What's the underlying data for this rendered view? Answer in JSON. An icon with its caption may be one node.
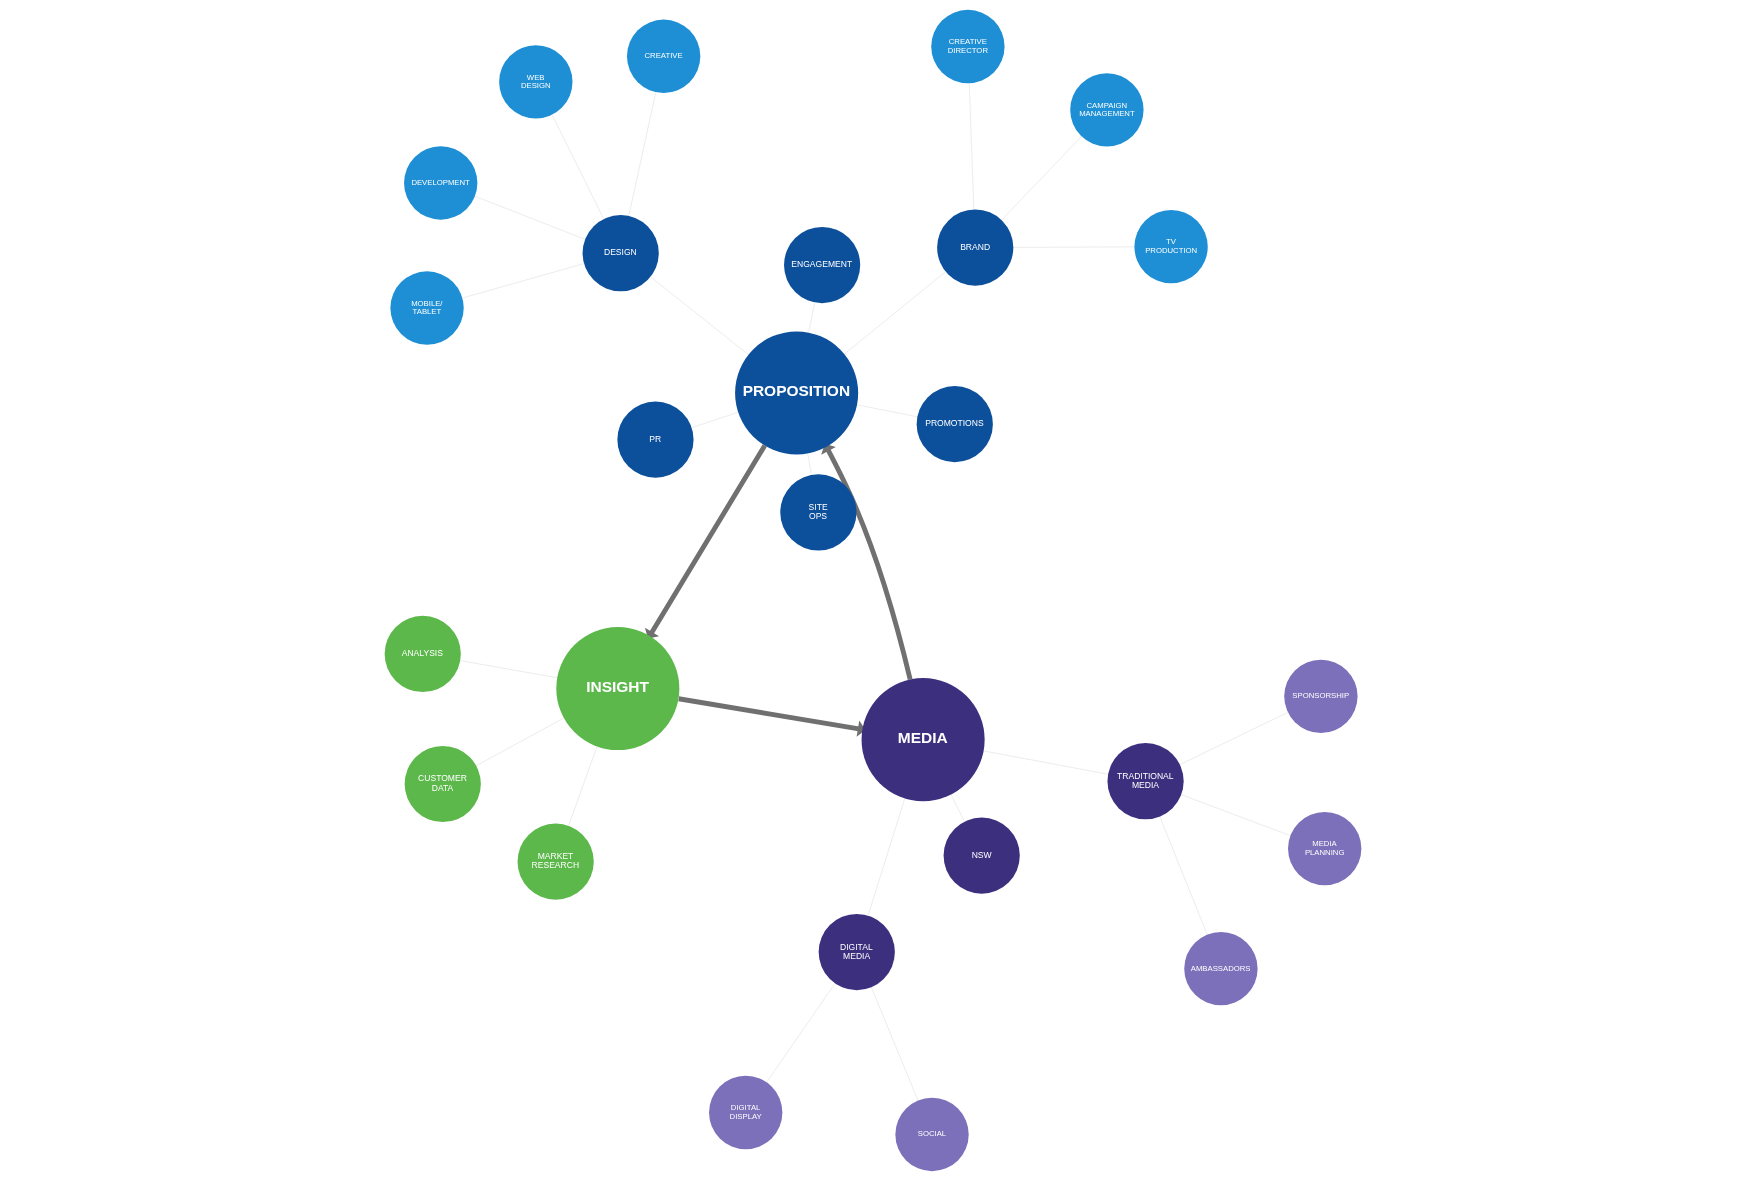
{
  "diagram": {
    "nodes": [
      {
        "text": [
          "INSIGHT"
        ]
      },
      {
        "text": [
          "MEDIA"
        ]
      },
      {
        "text": [
          "PROPOSITION"
        ]
      },
      {
        "text": [
          "ANALYSIS"
        ]
      },
      {
        "text": [
          "MARKET RESEARCH"
        ]
      },
      {
        "text": [
          "CUSTOMER DATA"
        ]
      },
      {
        "text": [
          "DIGITAL MEDIA"
        ]
      },
      {
        "text": [
          "SOCIAL"
        ]
      },
      {
        "text": [
          "DIGITAL DISPLAY"
        ]
      },
      {
        "text": [
          "NSW"
        ]
      },
      {
        "text": [
          "TRADITIONAL MEDIA"
        ]
      },
      {
        "text": [
          "AMBASSADORS"
        ]
      },
      {
        "text": [
          "MEDIA PLANNING"
        ]
      },
      {
        "text": [
          "SPONSORSHIP"
        ]
      },
      {
        "text": [
          "ENGAGEMENT"
        ]
      },
      {
        "text": [
          "DESIGN"
        ]
      },
      {
        "text": [
          "CREATIVE"
        ]
      },
      {
        "text": [
          "WEB DESIGN"
        ]
      },
      {
        "text": [
          "MOBILE/ TABLET"
        ]
      },
      {
        "text": [
          "DEVELOPMENT"
        ]
      },
      {
        "text": [
          "PR"
        ]
      },
      {
        "text": [
          "BRAND"
        ]
      },
      {
        "text": [
          "CAMPAIGN MANAGEMENT"
        ]
      },
      {
        "text": [
          "TV PRODUCTION"
        ]
      },
      {
        "text": [
          "CREATIVE DIRECTOR"
        ]
      },
      {
        "text": [
          "SITE OPS"
        ]
      },
      {
        "text": [
          "PROMOTIONS"
        ]
      }
    ],
    "edges": [
      {
        "from": 2,
        "to": 0,
        "arrow": "to",
        "style": "thick",
        "color": "#707070"
      },
      {
        "from": 0,
        "to": 1,
        "arrow": "to",
        "style": "thick",
        "color": "#707070"
      },
      {
        "from": 1,
        "to": 2,
        "arrow": "to",
        "style": "thick",
        "color": "#707070"
      },
      {
        "from": 0,
        "to": 3,
        "arrow": "none"
      },
      {
        "from": 0,
        "to": 4,
        "arrow": "none"
      },
      {
        "from": 0,
        "to": 5,
        "arrow": "none"
      },
      {
        "from": 1,
        "to": 6,
        "arrow": "none"
      },
      {
        "from": 6,
        "to": 7,
        "arrow": "none"
      },
      {
        "from": 6,
        "to": 8,
        "arrow": "none"
      },
      {
        "from": 1,
        "to": 9,
        "arrow": "none"
      },
      {
        "from": 1,
        "to": 10,
        "arrow": "none"
      },
      {
        "from": 10,
        "to": 11,
        "arrow": "none"
      },
      {
        "from": 10,
        "to": 12,
        "arrow": "none"
      },
      {
        "from": 10,
        "to": 13,
        "arrow": "none"
      },
      {
        "from": 2,
        "to": 14,
        "arrow": "none"
      },
      {
        "from": 2,
        "to": 15,
        "arrow": "none"
      },
      {
        "from": 15,
        "to": 16,
        "arrow": "none"
      },
      {
        "from": 15,
        "to": 17,
        "arrow": "none"
      },
      {
        "from": 15,
        "to": 18,
        "arrow": "none"
      },
      {
        "from": 15,
        "to": 19,
        "arrow": "none"
      },
      {
        "from": 2,
        "to": 20,
        "arrow": "none"
      },
      {
        "from": 2,
        "to": 21,
        "arrow": "none"
      },
      {
        "from": 21,
        "to": 22,
        "arrow": "none"
      },
      {
        "from": 21,
        "to": 23,
        "arrow": "none"
      },
      {
        "from": 21,
        "to": 24,
        "arrow": "none"
      },
      {
        "from": 2,
        "to": 25,
        "arrow": "none"
      },
      {
        "from": 2,
        "to": 26,
        "arrow": "none"
      }
    ]
  }
}
